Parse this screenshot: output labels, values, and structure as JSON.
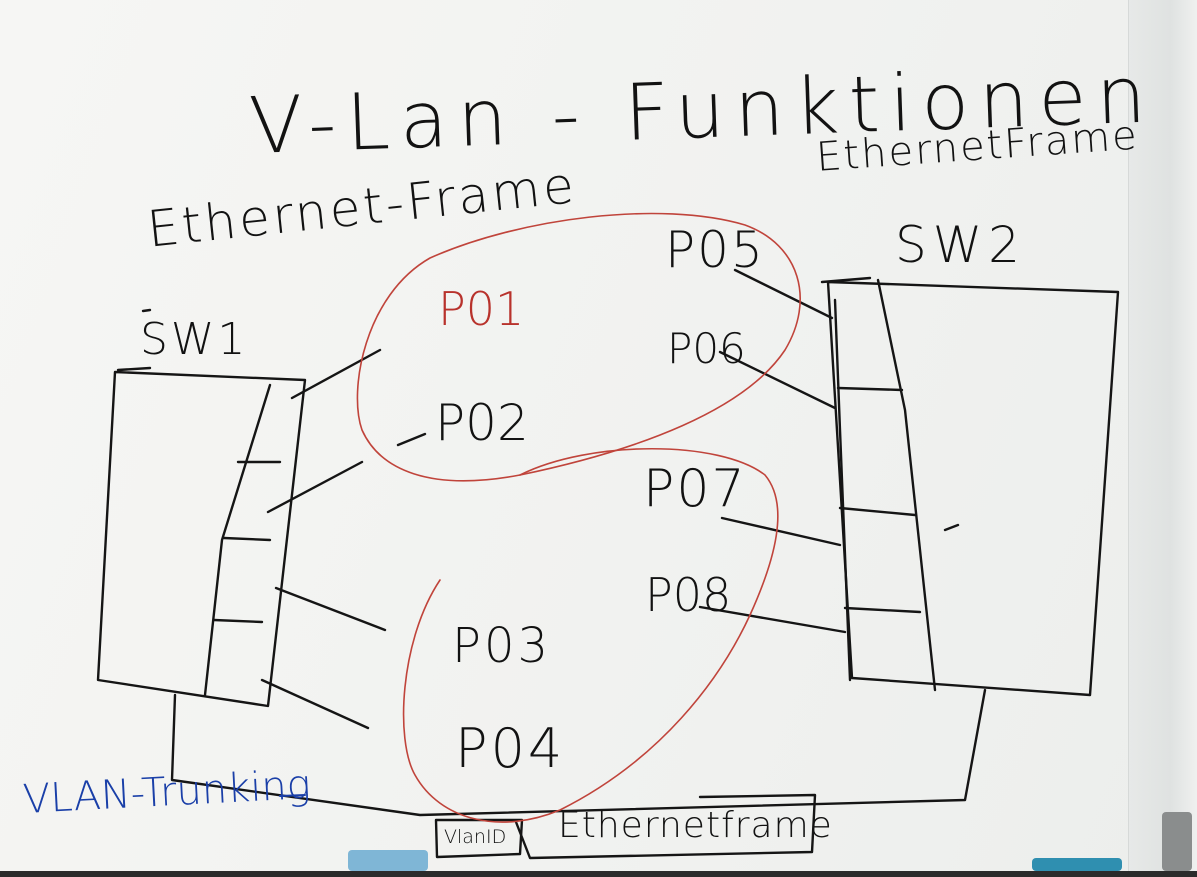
{
  "board": {
    "title": "V-Lan - Funktionen",
    "ethernet_frame_left": "Ethernet-Frame",
    "ethernet_frame_right": "EthernetFrame",
    "switch_1": "SW1",
    "switch_2": "SW2",
    "ports_group_1": [
      "P01",
      "P02",
      "P05",
      "P06"
    ],
    "ports_group_2": [
      "P03",
      "P04",
      "P07",
      "P08"
    ],
    "trunk_label": "VLAN-Trunking",
    "vlan_id_label": "VlanID",
    "trunk_frame_label": "Ethernetframe"
  },
  "colors": {
    "board": "#f3f4f2",
    "marker_black": "#121212",
    "marker_red": "#b8322c",
    "marker_blue": "#1a3fa8"
  }
}
